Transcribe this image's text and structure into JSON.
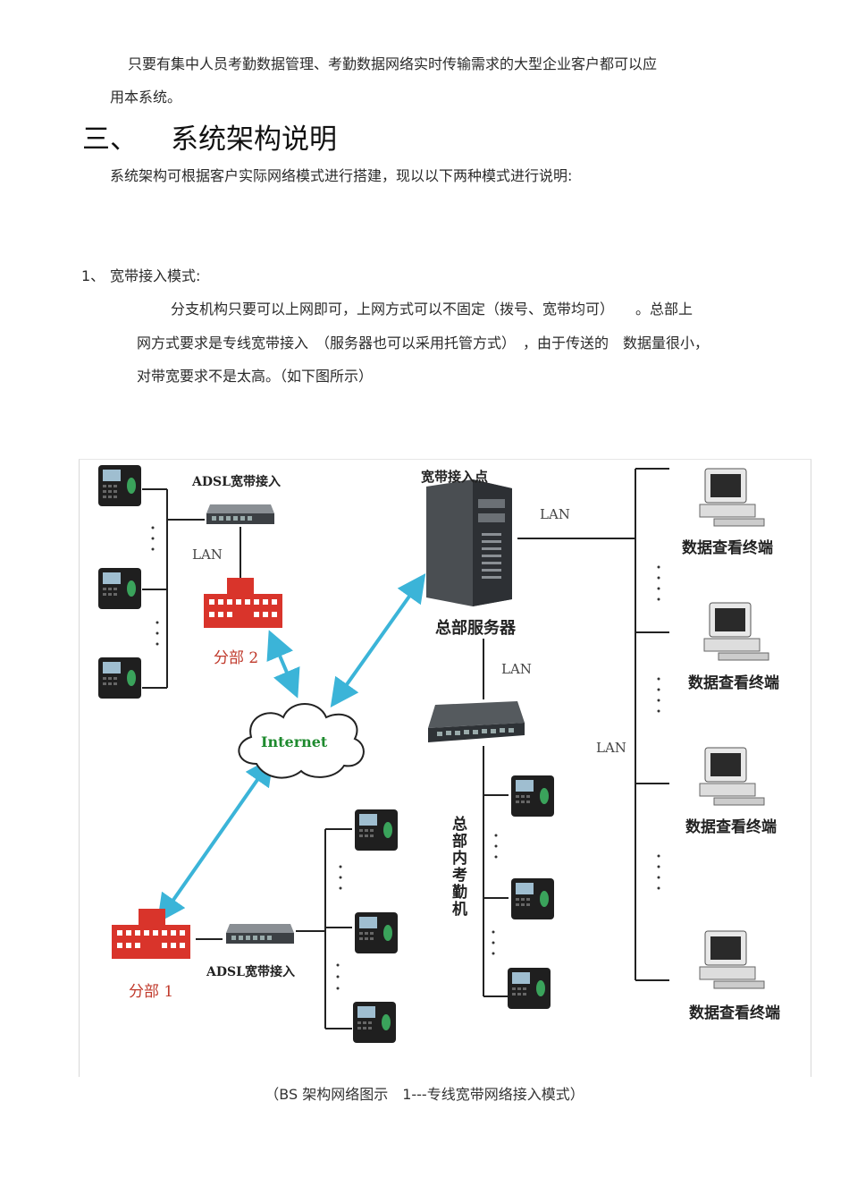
{
  "paragraphs": {
    "intro_line1": "只要有集中人员考勤数据管理、考勤数据网络实时传输需求的大型企业客户都可以应",
    "intro_line2": "用本系统。",
    "section_number": "三、",
    "section_title": "系统架构说明",
    "section_intro": "系统架构可根据客户实际网络模式进行搭建，现以以下两种模式进行说明:",
    "item_number": "1、",
    "item_title": "宽带接入模式:",
    "item_text_1": "分支机构只要可以上网即可，上网方式可以不固定（拨号、宽带均可）　　。总部上",
    "item_text_2": "网方式要求是专线宽带接入　（服务器也可以采用托管方式）　，由于传送的　数据量很小，",
    "item_text_3": "对带宽要求不是太高。（如下图所示）"
  },
  "diagram": {
    "adsl_top": "ADSL宽带接入",
    "lan_branch2": "LAN",
    "branch2": "分部 2",
    "internet": "Internet",
    "access_point": "宽带接入点",
    "hq_server": "总部服务器",
    "lan_server_right": "LAN",
    "lan_server_switch": "LAN",
    "lan_terminals": "LAN",
    "hq_attendance": "总部内考勤机",
    "branch1": "分部 1",
    "adsl_bottom": "ADSL宽带接入",
    "terminal_label": "数据查看终端"
  },
  "caption": "（BS 架构网络图示　1---专线宽带网络接入模式）",
  "colors": {
    "arrow": "#3bb4d8",
    "building": "#d9342b",
    "lines": "#222222"
  },
  "icons": [
    "attendance-device-icon",
    "switch-icon",
    "building-icon",
    "cloud-icon",
    "server-tower-icon",
    "computer-terminal-icon"
  ]
}
